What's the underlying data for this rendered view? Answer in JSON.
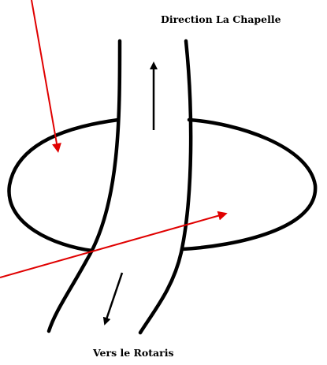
{
  "labels": {
    "top_direction": "Direction La Chapelle",
    "bottom_direction": "Vers le Rotaris"
  },
  "colors": {
    "road_lines": "#000000",
    "pointer_arrows": "#e00000",
    "background": "#ffffff"
  },
  "icons": {
    "northbound_arrow": "arrow-up",
    "southbound_arrow": "arrow-down-left",
    "pointer_1": "red-arrow-pointer",
    "pointer_2": "red-arrow-pointer"
  }
}
